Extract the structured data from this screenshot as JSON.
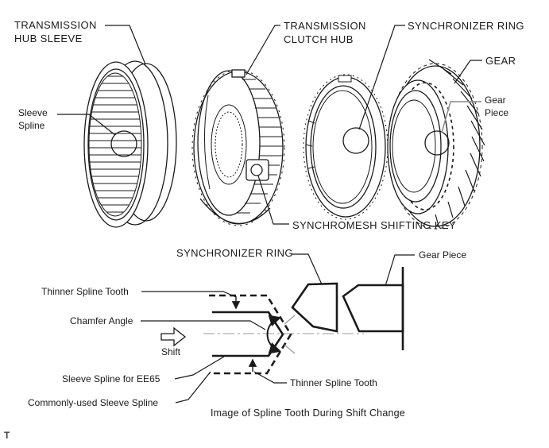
{
  "figure": {
    "exploded_view": {
      "labels": {
        "hub_sleeve": "TRANSMISSION\nHUB SLEEVE",
        "clutch_hub": "TRANSMISSION\nCLUTCH HUB",
        "synchronizer_ring": "SYNCHRONIZER RING",
        "gear": "GEAR",
        "gear_piece": "Gear\nPiece",
        "sleeve_spline": "Sleeve\nSpline",
        "synchromesh_shifting_key": "SYNCHROMESH SHIFTING KEY"
      }
    },
    "spline_detail": {
      "labels": {
        "synchronizer_ring": "SYNCHRONIZER RING",
        "gear_piece": "Gear Piece",
        "thinner_spline_tooth_top": "Thinner Spline Tooth",
        "chamfer_angle": "Chamfer Angle",
        "shift": "Shift",
        "sleeve_spline_for_ee65": "Sleeve Spline for EE65",
        "commonly_used_sleeve_spline": "Commonly-used Sleeve Spline",
        "thinner_spline_tooth_bottom": "Thinner Spline Tooth",
        "caption": "Image of Spline Tooth During Shift Change"
      }
    },
    "stray_text": "T",
    "colors": {
      "line": "#1a1a1a",
      "gray_leader": "#8a8a8a",
      "background": "#ffffff"
    }
  }
}
